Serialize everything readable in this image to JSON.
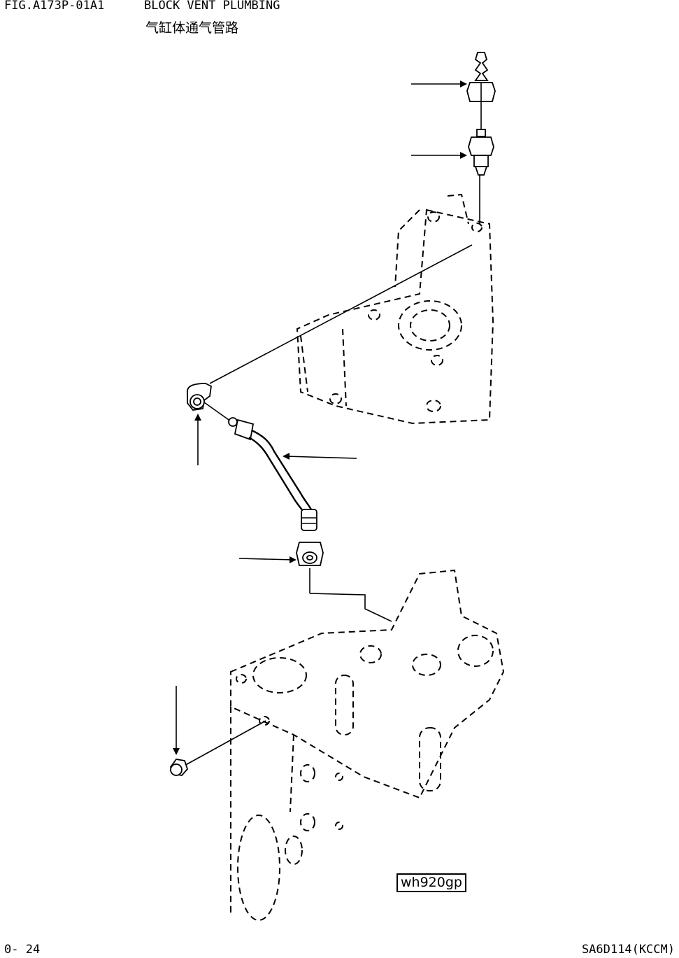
{
  "header": {
    "figure_code": "FIG.A173P-01A1",
    "title": "BLOCK VENT PLUMBING",
    "title_cn": "气缸体通气管路"
  },
  "footer": {
    "page_number": "0- 24",
    "model_code": "SA6D114(KCCM)"
  },
  "drawing_id": "wh920gp"
}
